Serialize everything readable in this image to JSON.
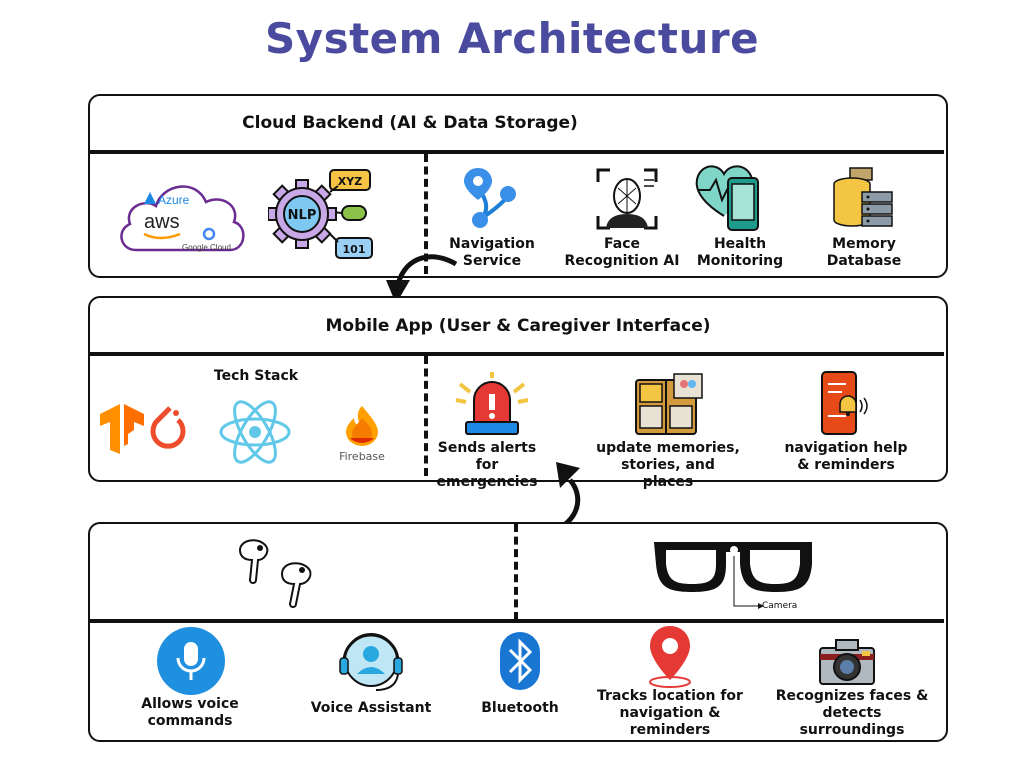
{
  "title": "System Architecture",
  "cloud": {
    "header": "Cloud Backend (AI & Data Storage)",
    "cloud_logos": [
      "Azure",
      "aws",
      "Google Cloud"
    ],
    "nlp_badge": "NLP",
    "nlp_tags": [
      "XYZ",
      "101"
    ],
    "services": [
      {
        "label": "Navigation Service",
        "icon": "navigation-route-icon"
      },
      {
        "label": "Face Recognition AI",
        "icon": "face-scan-icon"
      },
      {
        "label": "Health Monitoring",
        "icon": "heart-phone-icon"
      },
      {
        "label": "Memory Database",
        "icon": "database-server-icon"
      }
    ]
  },
  "mobile": {
    "header": "Mobile App (User & Caregiver Interface)",
    "tech_stack_label": "Tech Stack",
    "firebase_label": "Firebase",
    "features": [
      {
        "label": "Sends alerts for emergencies",
        "icon": "siren-icon"
      },
      {
        "label": "update memories, stories, and places",
        "icon": "photo-album-icon"
      },
      {
        "label": "navigation help & reminders",
        "icon": "phone-notification-icon"
      }
    ]
  },
  "device": {
    "camera_label": "Camera",
    "features": [
      {
        "label": "Allows voice commands",
        "icon": "microphone-icon"
      },
      {
        "label": "Voice Assistant",
        "icon": "headset-agent-icon"
      },
      {
        "label": "Bluetooth",
        "icon": "bluetooth-icon"
      },
      {
        "label": "Tracks location for navigation & reminders",
        "icon": "location-pin-icon"
      },
      {
        "label": "Recognizes faces & detects surroundings",
        "icon": "camera-icon"
      }
    ]
  },
  "colors": {
    "title": "#4a4a9e",
    "mic_blue": "#1f8fe0",
    "siren_red": "#e53935",
    "pin_red": "#e53935",
    "tensorflow_orange": "#ff8f00",
    "pytorch_orange": "#ee4c2c",
    "react_blue": "#61c8e8",
    "bluetooth_blue": "#1976d2"
  }
}
